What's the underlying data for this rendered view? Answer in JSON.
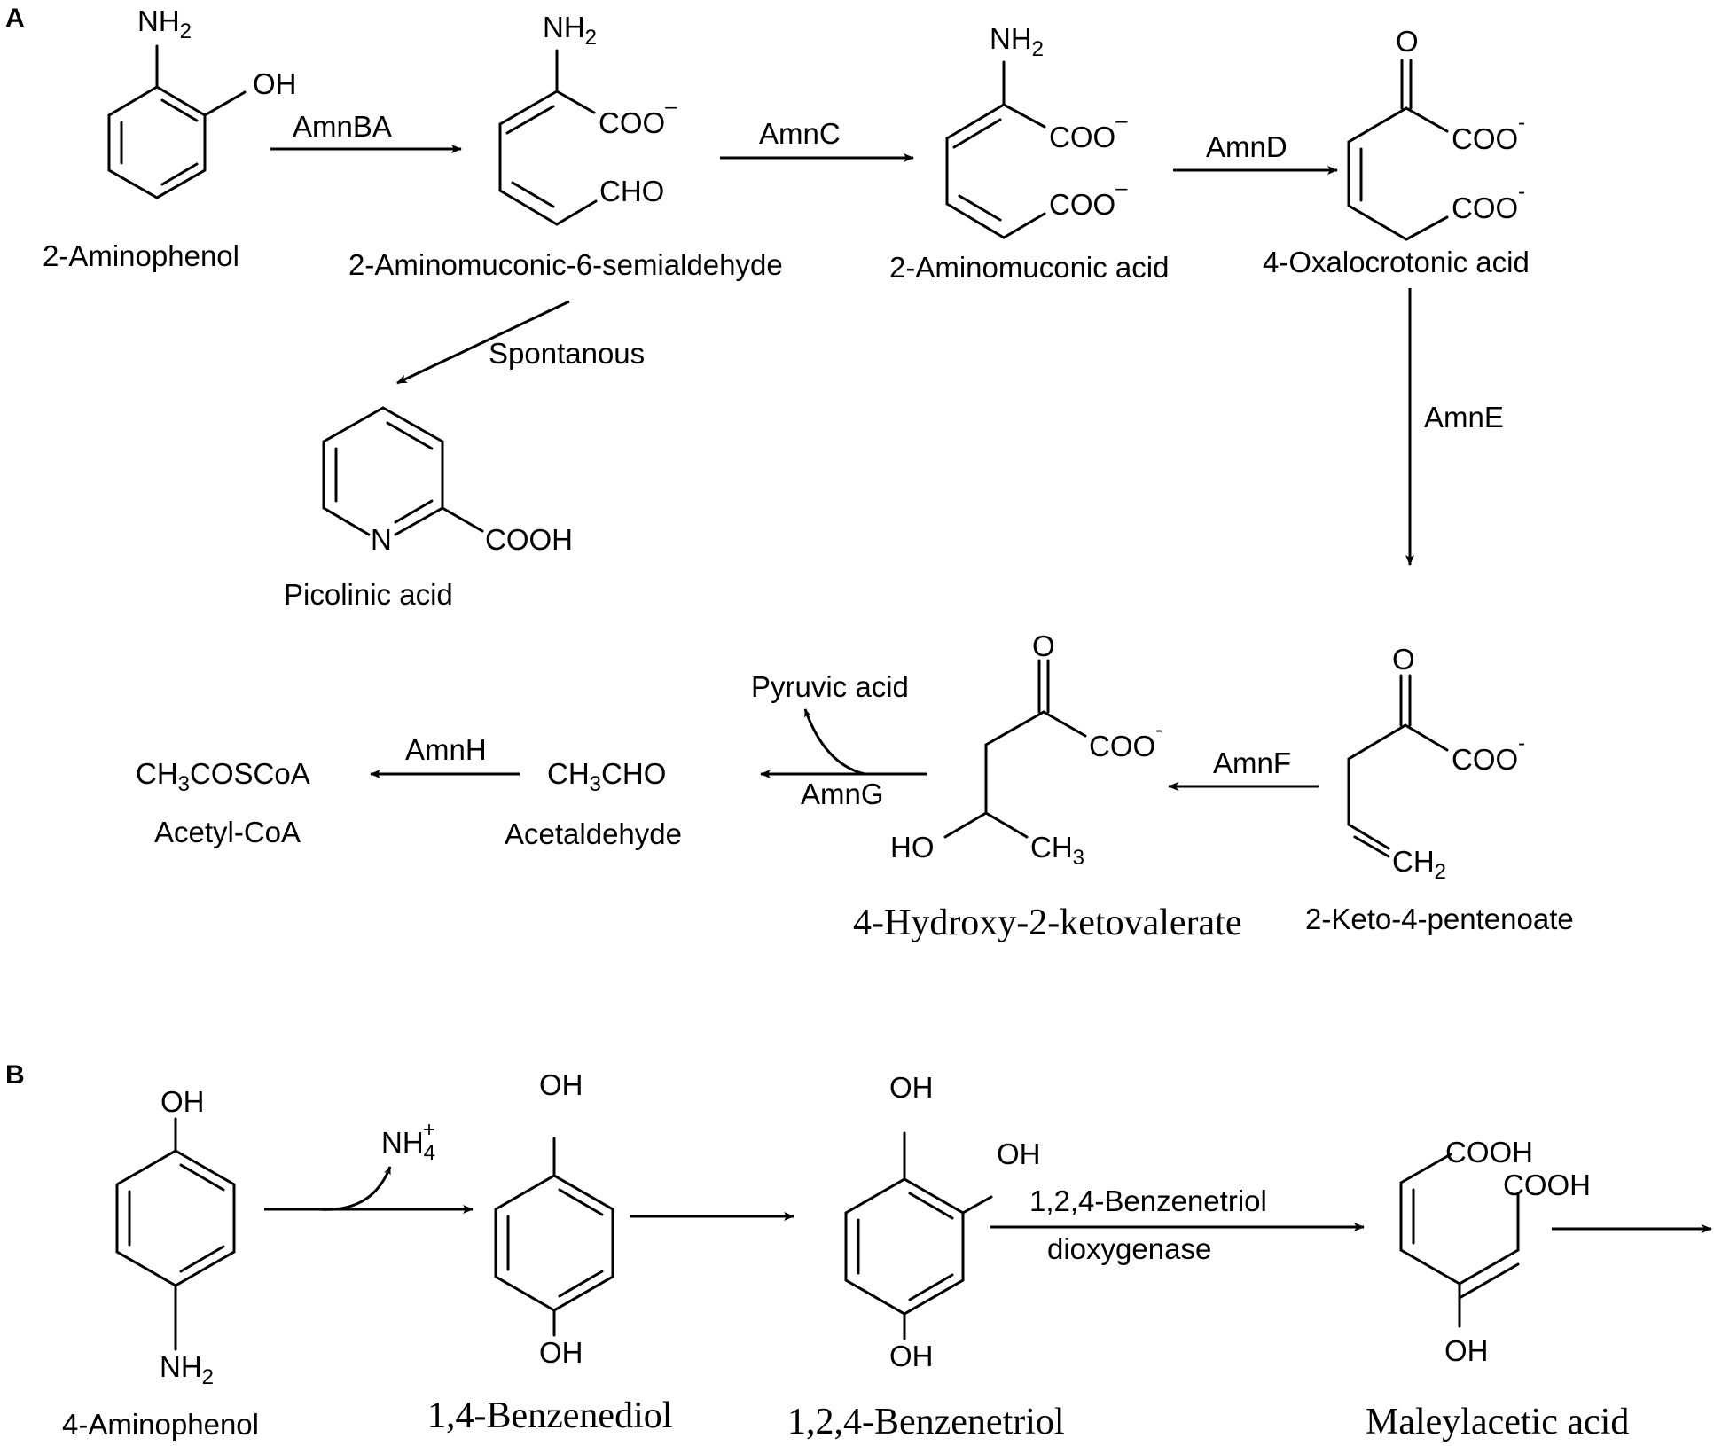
{
  "panels": {
    "a": "A",
    "b": "B"
  },
  "compounds": {
    "aminophenol2": "2-Aminophenol",
    "semialdehyde": "2-Aminomuconic-6-semialdehyde",
    "aminomuconic": "2-Aminomuconic acid",
    "oxalocrotonic": "4-Oxalocrotonic acid",
    "picolinic": "Picolinic acid",
    "ketopentenoate": "2-Keto-4-pentenoate",
    "hydroxyketovalerate": "4-Hydroxy-2-ketovalerate",
    "acetaldehyde": "Acetaldehyde",
    "acetylcoa": "Acetyl-CoA",
    "pyruvic": "Pyruvic acid",
    "aminophenol4": "4-Aminophenol",
    "benzenediol": "1,4-Benzenediol",
    "benzenetriol": "1,2,4-Benzenetriol",
    "maleylacetic": "Maleylacetic acid"
  },
  "enzymes": {
    "amnBA": "AmnBA",
    "amnC": "AmnC",
    "amnD": "AmnD",
    "amnE": "AmnE",
    "amnF": "AmnF",
    "amnG": "AmnG",
    "amnH": "AmnH",
    "spontaneous": "Spontanous",
    "dioxygenase_line1": "1,2,4-Benzenetriol",
    "dioxygenase_line2": "dioxygenase"
  },
  "groups": {
    "nh": "NH",
    "two": "2",
    "oh": "OH",
    "ho": "HO",
    "o": "O",
    "n": "N",
    "coo": "COO",
    "minus": "–",
    "dash": "-",
    "cho": "CHO",
    "cooh": "COOH",
    "ch": "CH",
    "three": "3",
    "four": "4",
    "plus": "+",
    "cosco": "COSCoA",
    "chocho": "CHO"
  }
}
